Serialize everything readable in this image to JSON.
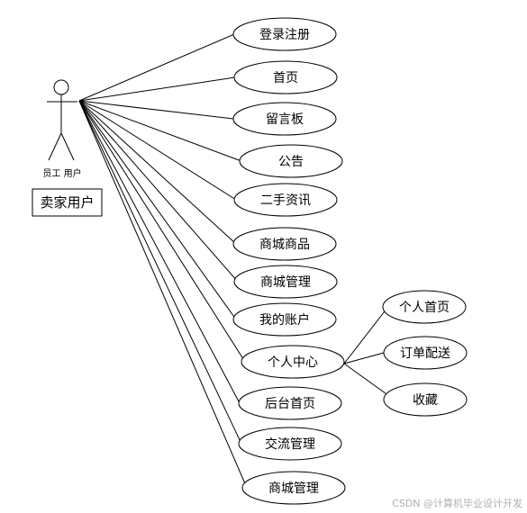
{
  "actor": {
    "label": "员工 用户"
  },
  "role_box": {
    "label": "卖家用户"
  },
  "use_cases": [
    "登录注册",
    "首页",
    "留言板",
    "公告",
    "二手资讯",
    "商城商品",
    "商城管理",
    "我的账户",
    "个人中心",
    "后台首页",
    "交流管理",
    "商城管理"
  ],
  "sub_use_cases": {
    "parent": "个人中心",
    "items": [
      "个人首页",
      "订单配送",
      "收藏"
    ]
  },
  "watermark": "CSDN @计算机毕业设计开发"
}
